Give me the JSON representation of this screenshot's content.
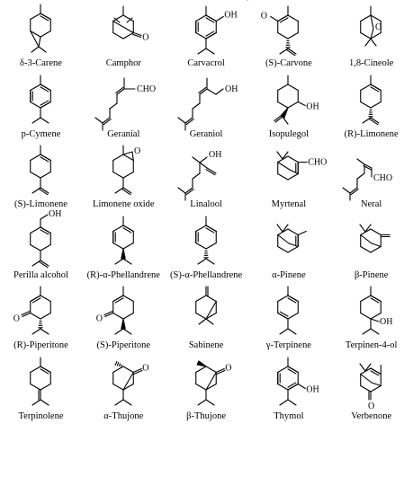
{
  "figure": {
    "compounds": [
      {
        "name": "δ-3-Carene",
        "atoms": []
      },
      {
        "name": "Camphor",
        "atoms": [
          "O"
        ]
      },
      {
        "name": "Carvacrol",
        "atoms": [
          "OH"
        ]
      },
      {
        "name": "(S)-Carvone",
        "atoms": [
          "O"
        ]
      },
      {
        "name": "1,8-Cineole",
        "atoms": [
          "O"
        ]
      },
      {
        "name": "p-Cymene",
        "atoms": []
      },
      {
        "name": "Geranial",
        "atoms": [
          "CHO"
        ]
      },
      {
        "name": "Geraniol",
        "atoms": [
          "OH"
        ]
      },
      {
        "name": "Isopulegol",
        "atoms": [
          "OH"
        ]
      },
      {
        "name": "(R)-Limonene",
        "atoms": []
      },
      {
        "name": "(S)-Limonene",
        "atoms": []
      },
      {
        "name": "Limonene oxide",
        "atoms": [
          "O"
        ]
      },
      {
        "name": "Linalool",
        "atoms": [
          "OH"
        ]
      },
      {
        "name": "Myrtenal",
        "atoms": [
          "CHO"
        ]
      },
      {
        "name": "Neral",
        "atoms": [
          "CHO"
        ]
      },
      {
        "name": "Perilla alcohol",
        "atoms": [
          "OH"
        ]
      },
      {
        "name": "(R)-α-Phellandrene",
        "atoms": []
      },
      {
        "name": "(S)-α-Phellandrene",
        "atoms": []
      },
      {
        "name": "α-Pinene",
        "atoms": []
      },
      {
        "name": "β-Pinene",
        "atoms": []
      },
      {
        "name": "(R)-Piperitone",
        "atoms": [
          "O"
        ]
      },
      {
        "name": "(S)-Piperitone",
        "atoms": [
          "O"
        ]
      },
      {
        "name": "Sabinene",
        "atoms": []
      },
      {
        "name": "γ-Terpinene",
        "atoms": []
      },
      {
        "name": "Terpinen-4-ol",
        "atoms": [
          "OH"
        ]
      },
      {
        "name": "Terpinolene",
        "atoms": []
      },
      {
        "name": "α-Thujone",
        "atoms": [
          "O"
        ]
      },
      {
        "name": "β-Thujone",
        "atoms": [
          "O"
        ]
      },
      {
        "name": "Thymol",
        "atoms": [
          "OH"
        ]
      },
      {
        "name": "Verbenone",
        "atoms": [
          "O"
        ]
      }
    ]
  }
}
